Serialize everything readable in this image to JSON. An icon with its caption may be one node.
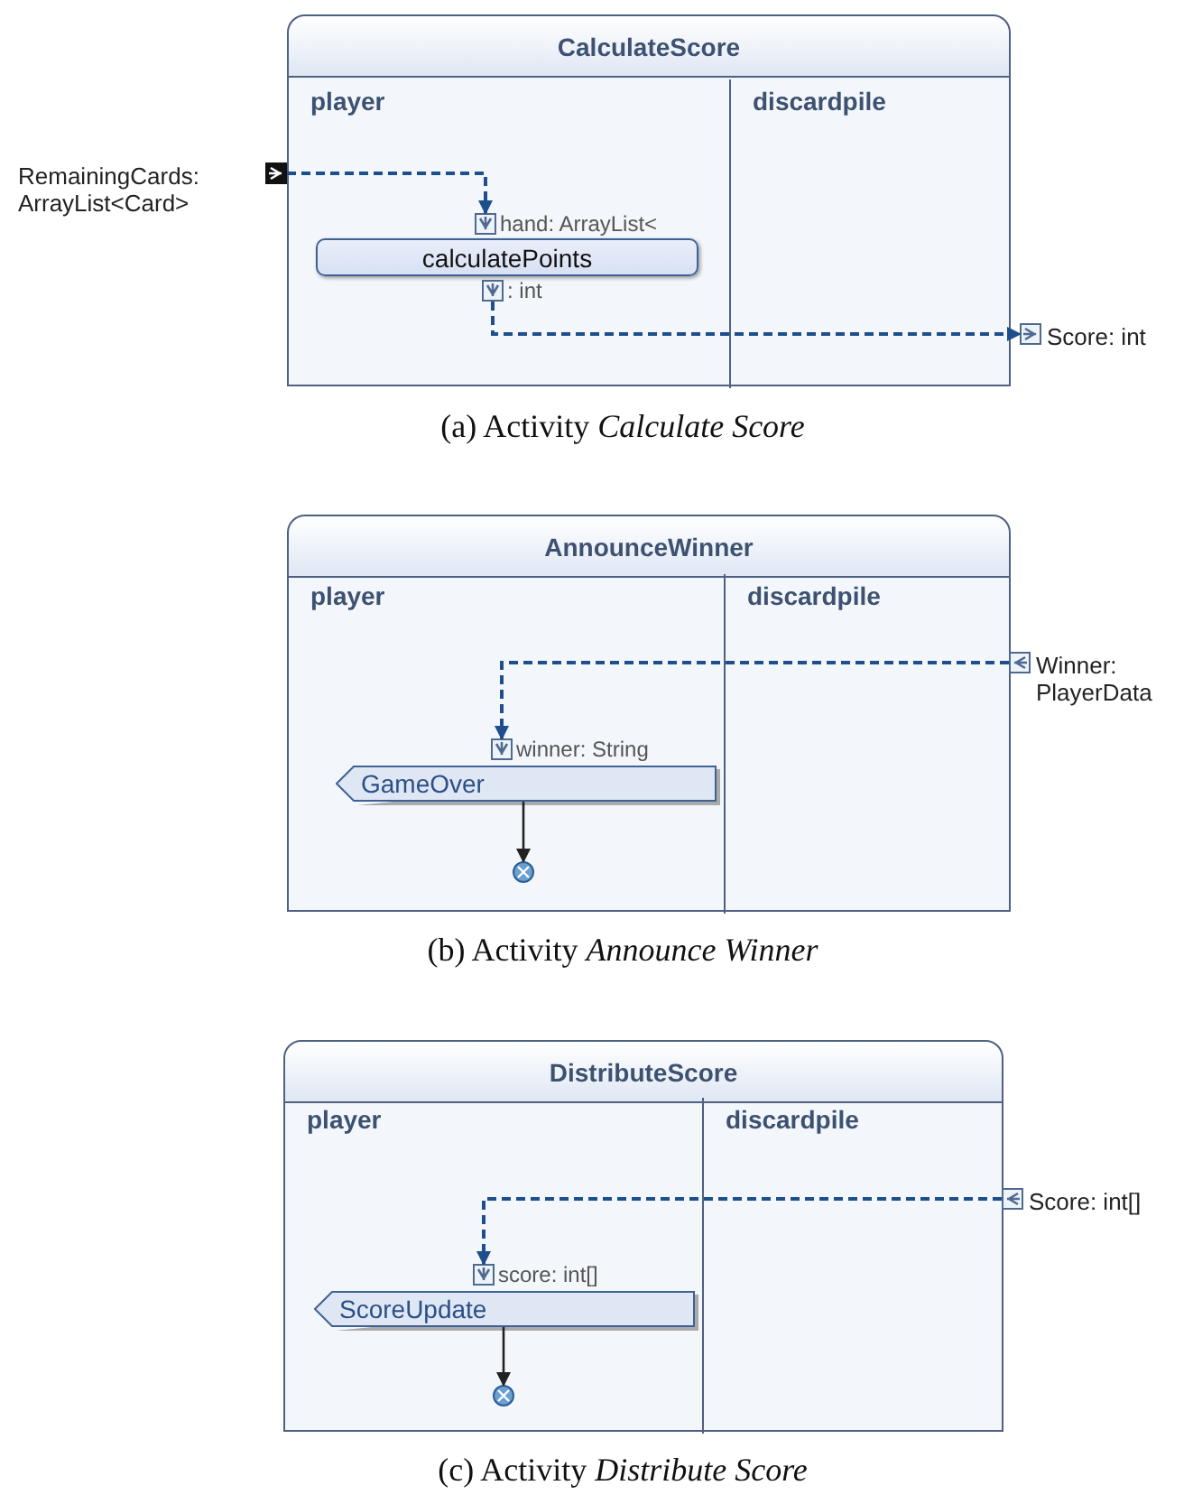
{
  "diagram": {
    "nodes": [
      {
        "text": [
          "CalculateScore"
        ]
      },
      {
        "text": [
          "player"
        ],
        "in": 0
      },
      {
        "text": [
          "discardpile"
        ],
        "in": 0
      },
      {
        "text": [
          "RemainingCards: ArrayList<Card>"
        ]
      },
      {
        "text": [
          "hand: ArrayList<"
        ],
        "in": 1
      },
      {
        "text": [
          "calculatePoints"
        ],
        "in": 1
      },
      {
        "text": [
          ": int"
        ],
        "in": 1
      },
      {
        "text": [
          "Score: int"
        ]
      },
      {
        "text": [
          "AnnounceWinner"
        ]
      },
      {
        "text": [
          "player"
        ],
        "in": 8
      },
      {
        "text": [
          "discardpile"
        ],
        "in": 8
      },
      {
        "text": [
          "Winner: PlayerData"
        ]
      },
      {
        "text": [
          "winner: String"
        ],
        "in": 9
      },
      {
        "text": [
          "GameOver"
        ],
        "in": 9
      },
      {
        "text": [],
        "shape": "circle",
        "in": 9
      },
      {
        "text": [
          "DistributeScore"
        ]
      },
      {
        "text": [
          "player"
        ],
        "in": 15
      },
      {
        "text": [
          "discardpile"
        ],
        "in": 15
      },
      {
        "text": [
          "Score: int[]"
        ]
      },
      {
        "text": [
          "score: int[]"
        ],
        "in": 16
      },
      {
        "text": [
          "ScoreUpdate"
        ],
        "in": 16
      },
      {
        "text": [],
        "shape": "circle",
        "in": 16
      }
    ],
    "edges": [
      {
        "from": 3,
        "to": 4,
        "arrow": "to",
        "style": "dashed"
      },
      {
        "from": 6,
        "to": 7,
        "arrow": "to",
        "style": "dashed"
      },
      {
        "from": 11,
        "to": 12,
        "arrow": "to",
        "style": "dashed"
      },
      {
        "from": 13,
        "to": 14,
        "arrow": "to",
        "color": "#222222"
      },
      {
        "from": 18,
        "to": 19,
        "arrow": "to",
        "style": "dashed"
      },
      {
        "from": 20,
        "to": 21,
        "arrow": "to",
        "color": "#222222"
      }
    ],
    "labels": [
      "(a) Activity *Calculate Score*",
      "(b) Activity *Announce Winner*",
      "(c) Activity *Distribute Score*"
    ]
  }
}
